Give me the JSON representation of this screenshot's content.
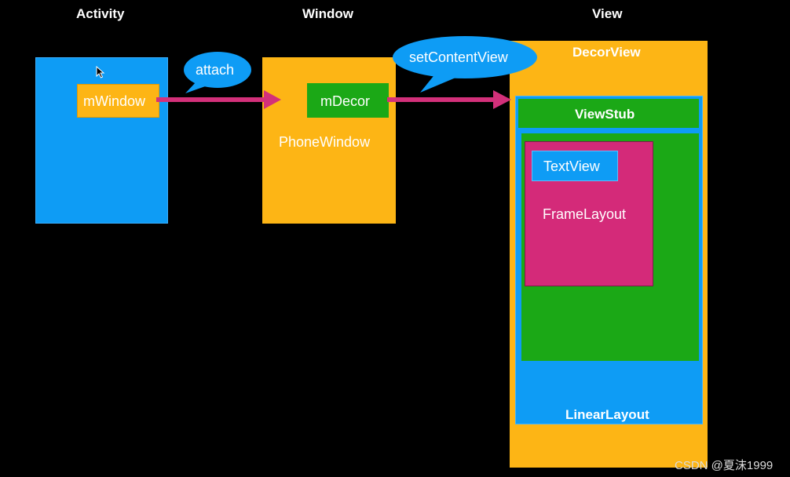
{
  "headers": {
    "activity": "Activity",
    "window": "Window",
    "view": "View"
  },
  "activity": {
    "field": "mWindow"
  },
  "window": {
    "field": "mDecor",
    "name": "PhoneWindow"
  },
  "view": {
    "decor": "DecorView",
    "stub": "ViewStub",
    "textview": "TextView",
    "framelayout": "FrameLayout",
    "linearlayout": "LinearLayout"
  },
  "bubbles": {
    "attach": "attach",
    "set_content": "setContentView"
  },
  "watermark": "CSDN @夏沫1999",
  "colors": {
    "blue": "#0E9CF5",
    "orange": "#FDB515",
    "green": "#1BA816",
    "magenta": "#D42A79",
    "arrow": "#D3307A"
  }
}
